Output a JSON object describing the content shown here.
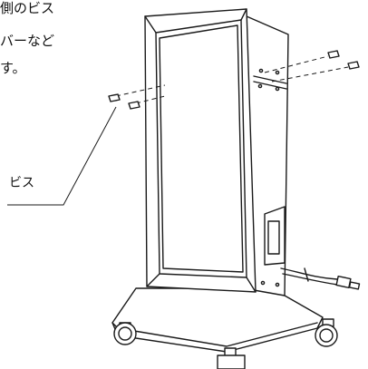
{
  "text": {
    "line1": "側のビス",
    "line2": "バーなど",
    "line3": "す。",
    "screw_label": "ビス"
  },
  "colors": {
    "ink": "#1a1a1a",
    "background": "#ffffff"
  }
}
